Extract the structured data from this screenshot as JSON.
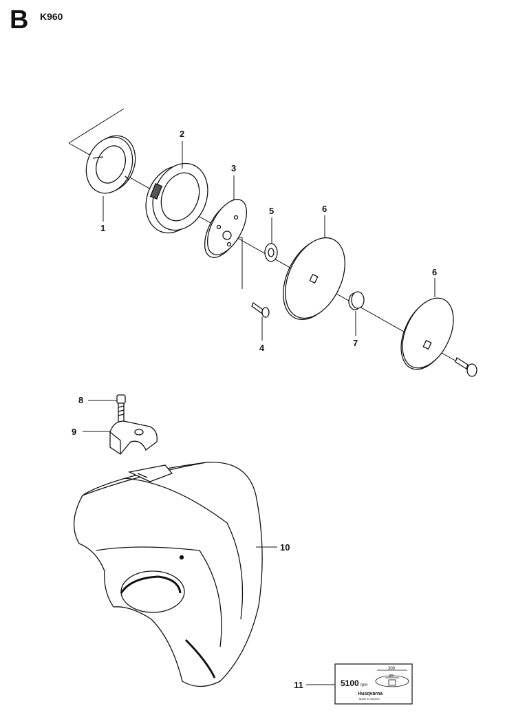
{
  "header": {
    "section_letter": "B",
    "model": "K960"
  },
  "callouts": {
    "p1": "1",
    "p2": "2",
    "p3": "3",
    "p4": "4",
    "p5": "5",
    "p6a": "6",
    "p6b": "6",
    "p7": "7",
    "p8": "8",
    "p9": "9",
    "p10": "10",
    "p11": "11"
  },
  "decal": {
    "rpm_value": "5100",
    "rpm_unit": "rpm",
    "dim_outer": "300",
    "dim_inner": "20",
    "brand": "Husqvarna",
    "origin": "Made in Sweden"
  },
  "colors": {
    "line": "#111111",
    "fill": "#ffffff",
    "shade": "#d9d9d9"
  }
}
